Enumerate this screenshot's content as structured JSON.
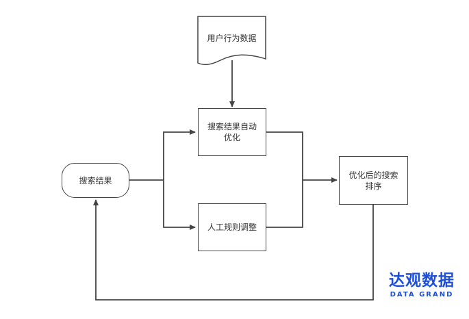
{
  "nodes": {
    "user_behavior_data": "用户行为数据",
    "auto_optimize": [
      "搜索结果自动",
      "优化"
    ],
    "search_results": "搜索结果",
    "manual_adjust": "人工规则调整",
    "optimized_ranking": [
      "优化后的搜索",
      "排序"
    ]
  },
  "edges": [
    {
      "from": "user_behavior_data",
      "to": "auto_optimize"
    },
    {
      "from": "search_results",
      "to": "auto_optimize"
    },
    {
      "from": "search_results",
      "to": "manual_adjust"
    },
    {
      "from": "auto_optimize",
      "to": "optimized_ranking"
    },
    {
      "from": "manual_adjust",
      "to": "optimized_ranking"
    },
    {
      "from": "optimized_ranking",
      "to": "search_results"
    }
  ],
  "colors": {
    "line": "#444444",
    "brand": "#1d4fd8"
  },
  "logo": {
    "name_cn": "达观数据",
    "name_en": "DATA GRAND"
  }
}
